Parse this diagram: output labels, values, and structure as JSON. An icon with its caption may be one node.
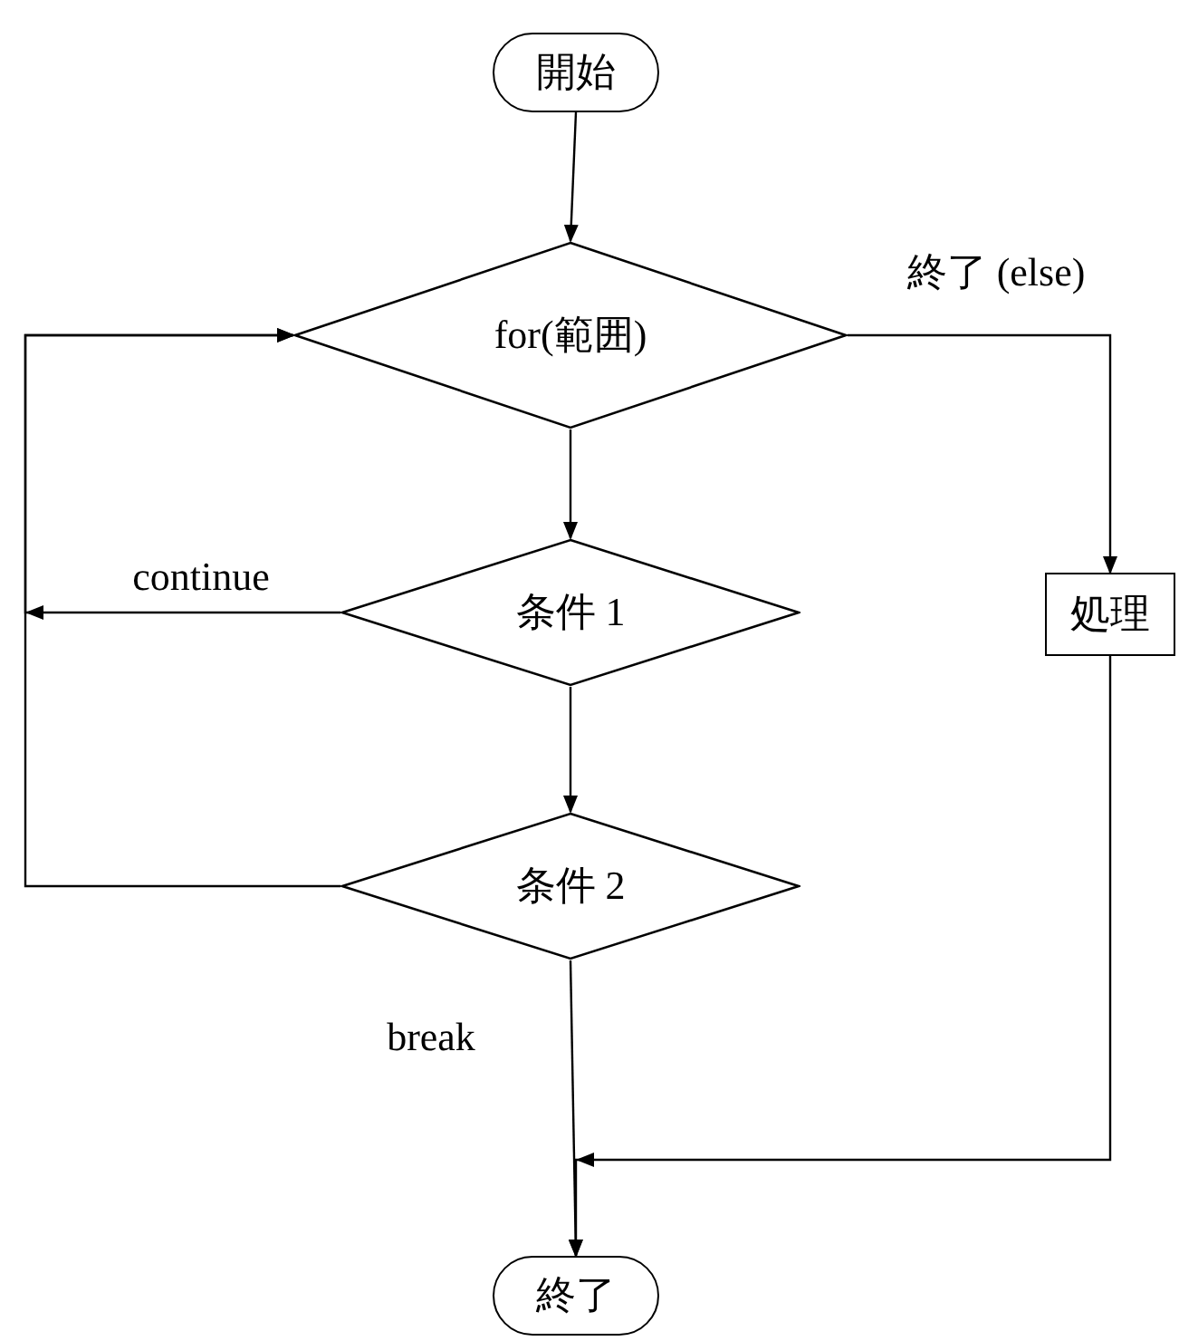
{
  "diagram": {
    "nodes": [
      {
        "text": [
          "開始"
        ]
      },
      {
        "text": [
          "for(範囲)"
        ]
      },
      {
        "text": [
          "条件 1"
        ]
      },
      {
        "text": [
          "条件 2"
        ]
      },
      {
        "text": [
          "処理"
        ]
      },
      {
        "text": [
          "終了"
        ]
      }
    ],
    "edges": [
      {
        "from": 0,
        "to": 1,
        "arrow": "to"
      },
      {
        "from": 1,
        "to": 2,
        "arrow": "to"
      },
      {
        "from": 2,
        "to": 3,
        "arrow": "to"
      },
      {
        "from": 1,
        "to": 4,
        "arrow": "to",
        "label": "終了 (else)"
      },
      {
        "from": 2,
        "to": 1,
        "arrow": "to",
        "label": "continue"
      },
      {
        "from": 3,
        "to": 1,
        "arrow": "to"
      },
      {
        "from": 3,
        "to": 5,
        "arrow": "to",
        "label": "break"
      },
      {
        "from": 4,
        "to": 5,
        "arrow": "to"
      }
    ]
  }
}
